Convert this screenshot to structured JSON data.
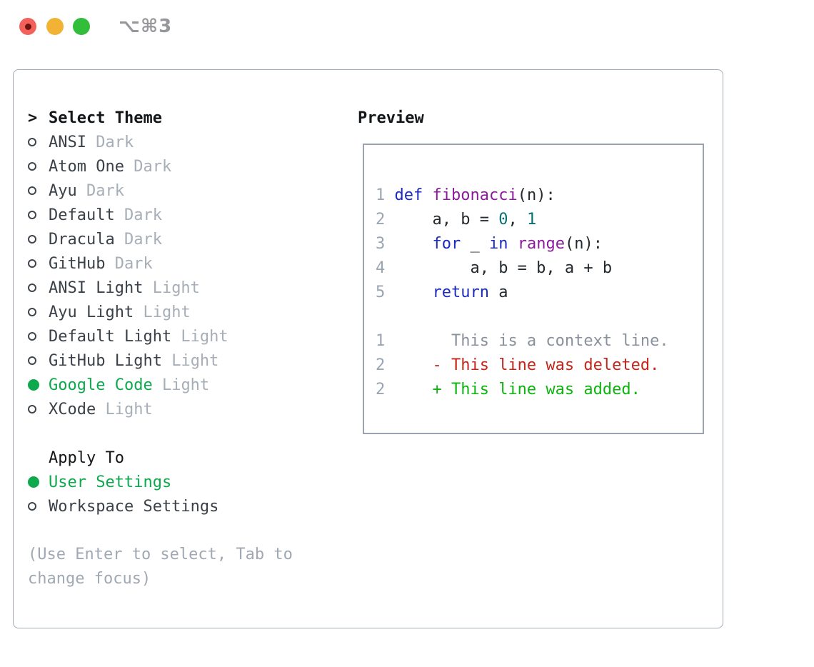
{
  "window": {
    "title": "⌥⌘3",
    "traffic_lights": [
      "close-button",
      "minimize-button",
      "zoom-button"
    ]
  },
  "theme_picker": {
    "header_pointer": ">",
    "header_label": "Select Theme",
    "themes": [
      {
        "name": "ANSI",
        "tag": "Dark",
        "selected": false
      },
      {
        "name": "Atom One",
        "tag": "Dark",
        "selected": false
      },
      {
        "name": "Ayu",
        "tag": "Dark",
        "selected": false
      },
      {
        "name": "Default",
        "tag": "Dark",
        "selected": false
      },
      {
        "name": "Dracula",
        "tag": "Dark",
        "selected": false
      },
      {
        "name": "GitHub",
        "tag": "Dark",
        "selected": false
      },
      {
        "name": "ANSI Light",
        "tag": "Light",
        "selected": false
      },
      {
        "name": "Ayu Light",
        "tag": "Light",
        "selected": false
      },
      {
        "name": "Default Light",
        "tag": "Light",
        "selected": false
      },
      {
        "name": "GitHub Light",
        "tag": "Light",
        "selected": false
      },
      {
        "name": "Google Code",
        "tag": "Light",
        "selected": true
      },
      {
        "name": "XCode",
        "tag": "Light",
        "selected": false
      }
    ],
    "apply_to_label": "Apply To",
    "apply_options": [
      {
        "name": "User Settings",
        "selected": true
      },
      {
        "name": "Workspace Settings",
        "selected": false
      }
    ],
    "hint": "(Use Enter to select, Tab to change focus)"
  },
  "preview": {
    "label": "Preview",
    "lines": [
      {
        "num": "1",
        "tokens": [
          [
            "keyword",
            "def"
          ],
          [
            "plain",
            " "
          ],
          [
            "function",
            "fibonacci"
          ],
          [
            "plain",
            "(n):"
          ]
        ]
      },
      {
        "num": "2",
        "tokens": [
          [
            "plain",
            "    a, b = "
          ],
          [
            "number",
            "0"
          ],
          [
            "plain",
            ", "
          ],
          [
            "number",
            "1"
          ]
        ]
      },
      {
        "num": "3",
        "tokens": [
          [
            "plain",
            "    "
          ],
          [
            "keyword",
            "for"
          ],
          [
            "plain",
            " _ "
          ],
          [
            "keyword",
            "in"
          ],
          [
            "plain",
            " "
          ],
          [
            "function",
            "range"
          ],
          [
            "plain",
            "(n):"
          ]
        ]
      },
      {
        "num": "4",
        "tokens": [
          [
            "plain",
            "        a, b = b, a + b"
          ]
        ]
      },
      {
        "num": "5",
        "tokens": [
          [
            "plain",
            "    "
          ],
          [
            "keyword",
            "return"
          ],
          [
            "plain",
            " a"
          ]
        ]
      },
      {
        "num": "",
        "tokens": []
      },
      {
        "num": "1",
        "tokens": [
          [
            "context",
            "      This is a context line."
          ]
        ]
      },
      {
        "num": "2",
        "tokens": [
          [
            "deleted",
            "    - This line was deleted."
          ]
        ]
      },
      {
        "num": "2",
        "tokens": [
          [
            "added",
            "    + This line was added."
          ]
        ]
      }
    ]
  },
  "colors": {
    "accent_green": "#0ea94c",
    "keyword": "#1c2bbd",
    "function": "#8c1b9c",
    "number": "#0a6f75",
    "plain": "#24292e",
    "line_number": "#9aa5b2",
    "context": "#8a919c",
    "deleted": "#c3261a",
    "added": "#0bb50e",
    "theme_name": "#3b4148",
    "tag_gray": "#a6aeb8",
    "hint_gray": "#a0a8b4",
    "radio_outline": "#3f454c",
    "traffic_red": "#f4605a",
    "traffic_red_dot": "#701210",
    "traffic_yellow": "#f2b233",
    "traffic_green": "#32bd3a",
    "title_gray": "#96979b",
    "border_gray": "#a3abb5",
    "preview_border": "#9aa3ae"
  }
}
